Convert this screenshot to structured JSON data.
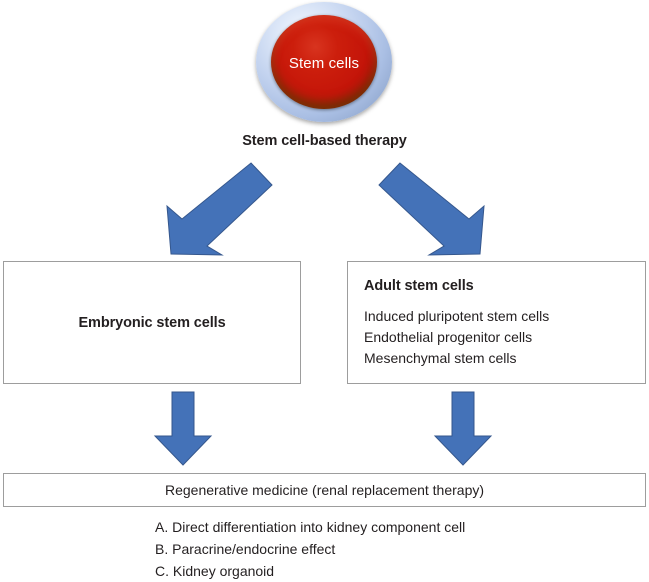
{
  "diagram": {
    "title": "Stem cell-based therapy",
    "cell_node": {
      "label": "Stem cells",
      "outer_ring_color": "#b8c9ea",
      "inner_color": "#c41509",
      "label_color": "#ffffff"
    },
    "arrow_color": "#4472b8",
    "arrow_outline_color": "#35578d",
    "arrows": [
      {
        "name": "arrow-to-embryonic",
        "direction": "down-left"
      },
      {
        "name": "arrow-to-adult",
        "direction": "down-right"
      },
      {
        "name": "arrow-embryonic-to-regenerative",
        "direction": "down"
      },
      {
        "name": "arrow-adult-to-regenerative",
        "direction": "down"
      }
    ],
    "embryonic_box": {
      "title": "Embryonic stem cells"
    },
    "adult_box": {
      "title": "Adult stem cells",
      "items": [
        "Induced pluripotent stem cells",
        "Endothelial progenitor cells",
        "Mesenchymal stem cells"
      ]
    },
    "regenerative_box": {
      "title": "Regenerative medicine (renal replacement therapy)"
    },
    "outcomes": [
      "A. Direct differentiation into kidney component cell",
      "B. Paracrine/endocrine effect",
      "C. Kidney organoid"
    ]
  }
}
